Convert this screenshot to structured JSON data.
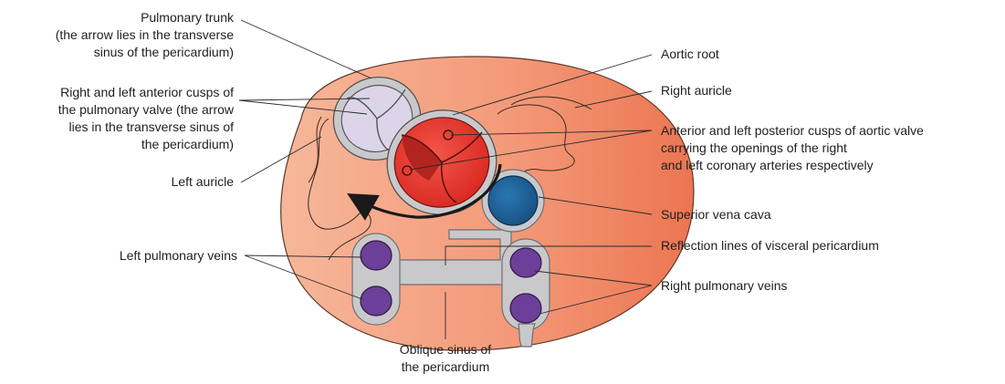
{
  "colors": {
    "heart_light": "#f7b79a",
    "heart_dark": "#ee7a57",
    "aorta_red": "#e8312a",
    "aorta_dark": "#a81e1a",
    "pulmonary_lilac": "#dcd5ea",
    "pericardial_grey": "#c9c9cc",
    "vein_purple": "#6c3f98",
    "svc_blue": "#1c5d93",
    "arrow": "#1a1a1a",
    "text": "#1f1f1f"
  },
  "labels": {
    "pulmonary_trunk": [
      "Pulmonary trunk",
      "(the arrow lies in the transverse",
      "sinus of the pericardium)"
    ],
    "pulmonary_cusps": [
      "Right and left anterior cusps of",
      "the pulmonary valve (the arrow",
      "lies in the transverse sinus of",
      "the pericardium)"
    ],
    "left_auricle": [
      "Left auricle"
    ],
    "left_pulmonary_veins": [
      "Left pulmonary veins"
    ],
    "aortic_root": [
      "Aortic root"
    ],
    "right_auricle": [
      "Right auricle"
    ],
    "aortic_cusps": [
      "Anterior and left posterior cusps of aortic valve",
      "carrying the openings of the right",
      "and left coronary arteries respectively"
    ],
    "superior_vena_cava": [
      "Superior vena cava"
    ],
    "reflection_lines": [
      "Reflection lines of visceral pericardium"
    ],
    "right_pulmonary_veins": [
      "Right pulmonary veins"
    ],
    "oblique_sinus": [
      "Oblique sinus of",
      "the pericardium"
    ]
  }
}
